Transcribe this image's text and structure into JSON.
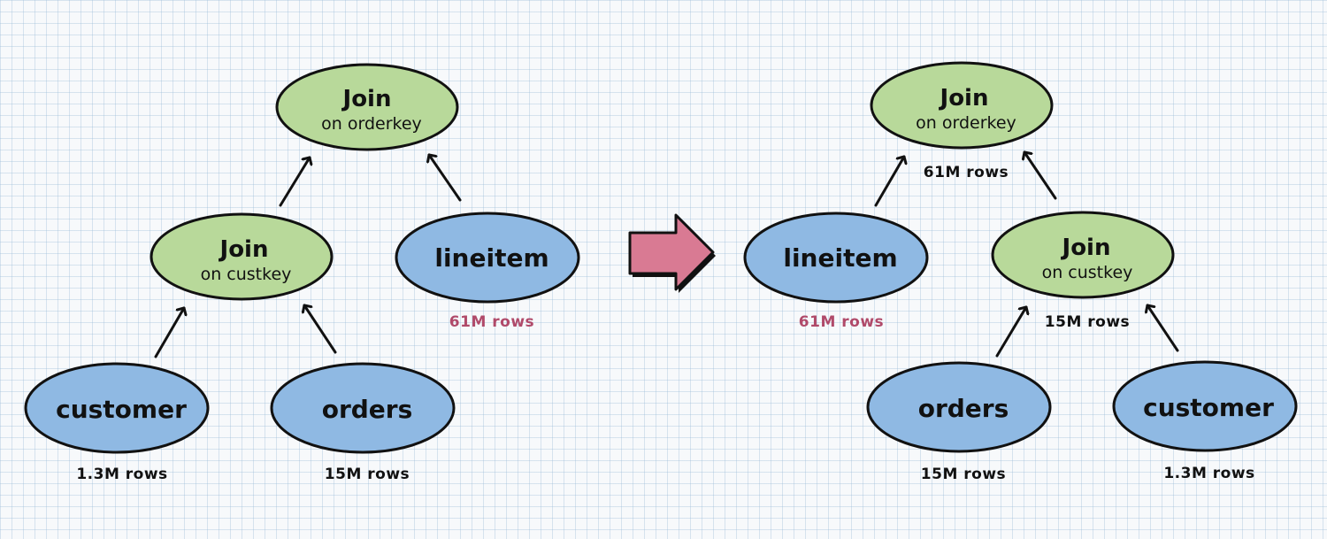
{
  "colors": {
    "join_fill": "#b8d99a",
    "table_fill": "#8fb9e3",
    "stroke": "#111111",
    "highlight_text": "#b04a6a",
    "normal_text": "#111111",
    "arrow_fill": "#d97a93"
  },
  "left_plan": {
    "join_top": {
      "title": "Join",
      "subtitle": "on orderkey"
    },
    "join_inner": {
      "title": "Join",
      "subtitle": "on custkey"
    },
    "lineitem": {
      "title": "lineitem",
      "rows": "61M rows"
    },
    "customer": {
      "title": "customer",
      "rows": "1.3M rows"
    },
    "orders": {
      "title": "orders",
      "rows": "15M rows"
    }
  },
  "right_plan": {
    "join_top": {
      "title": "Join",
      "subtitle": "on orderkey",
      "rows": "61M rows"
    },
    "join_inner": {
      "title": "Join",
      "subtitle": "on custkey",
      "rows": "15M rows"
    },
    "lineitem": {
      "title": "lineitem",
      "rows": "61M rows"
    },
    "orders": {
      "title": "orders",
      "rows": "15M rows"
    },
    "customer": {
      "title": "customer",
      "rows": "1.3M rows"
    }
  },
  "transform_arrow": {
    "icon": "right-arrow-icon"
  }
}
